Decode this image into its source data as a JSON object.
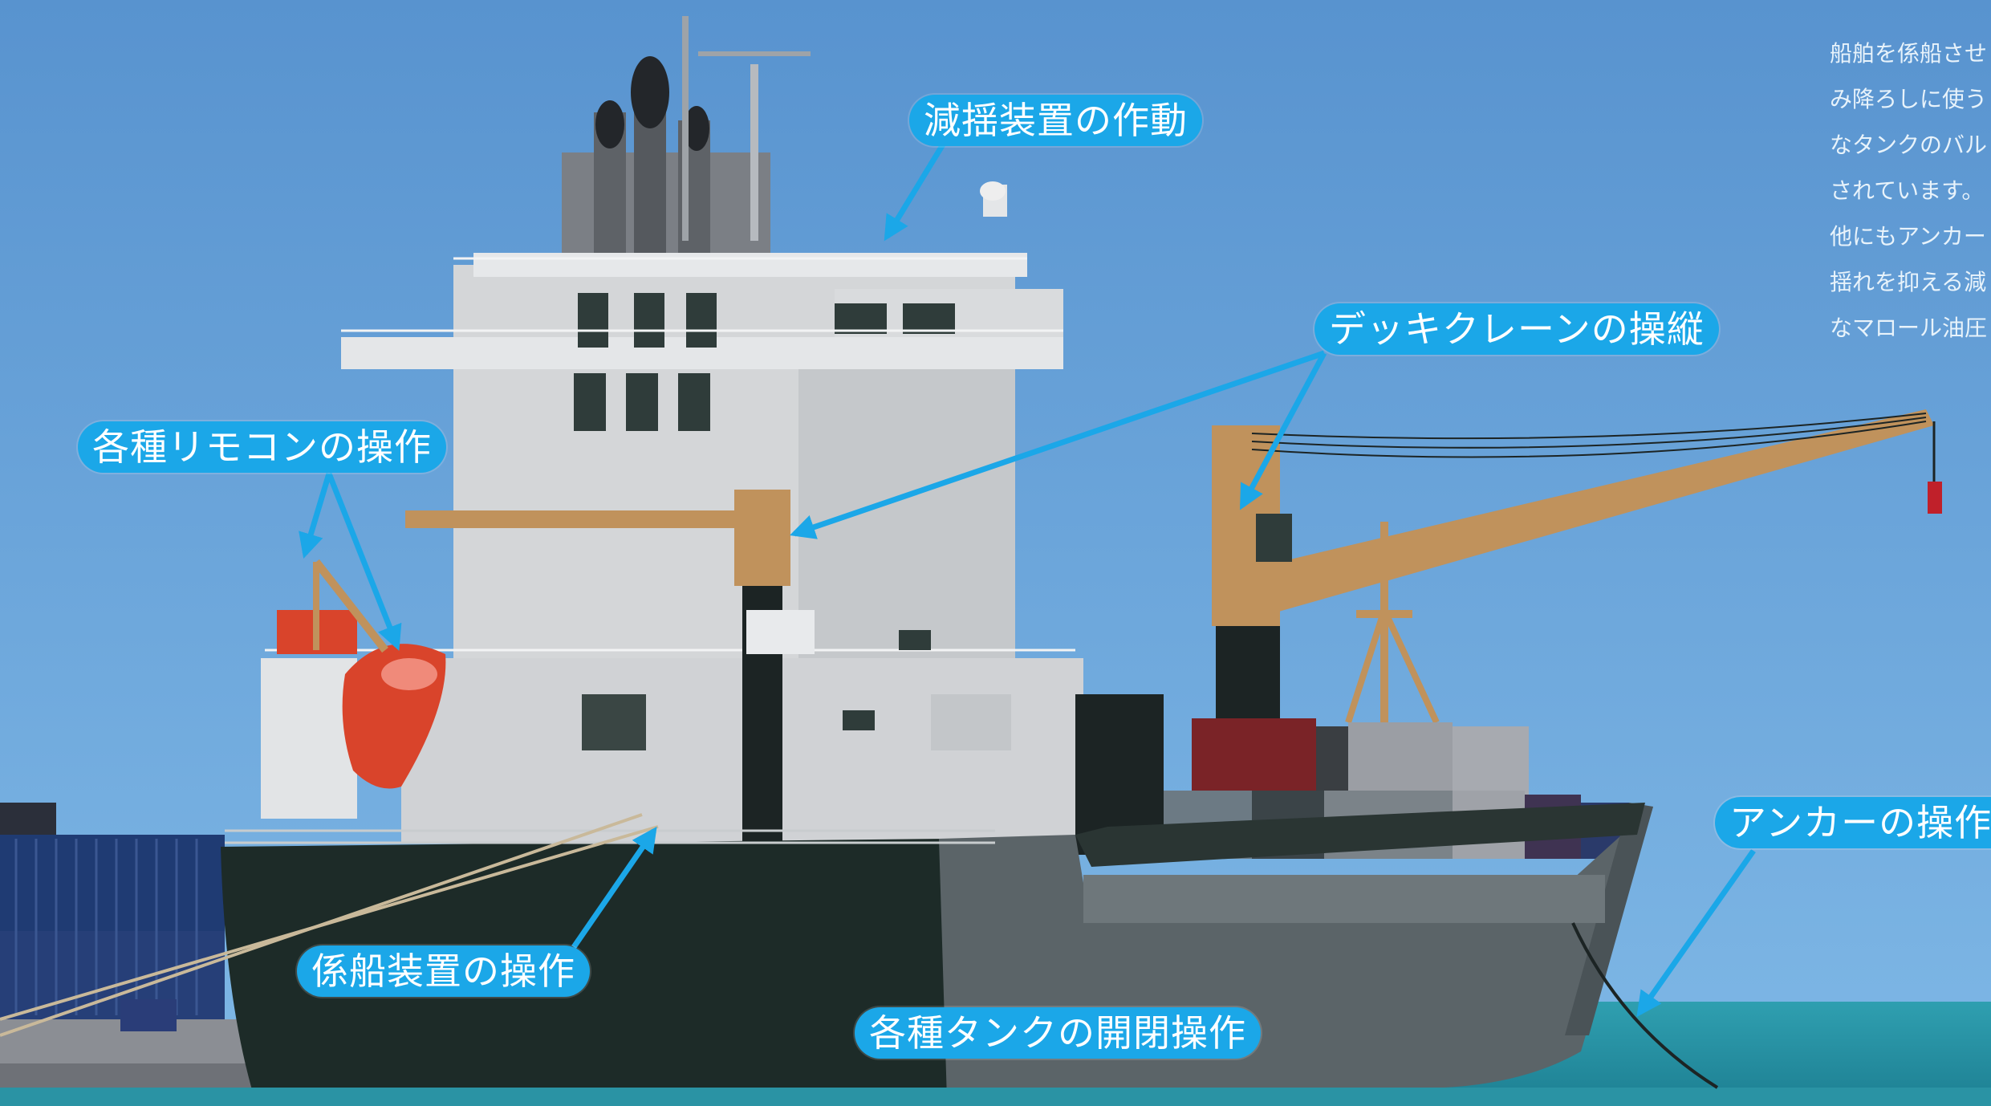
{
  "labels": {
    "stabilizer": "減揺装置の作動",
    "crane": "デッキクレーンの操縦",
    "remote": "各種リモコンの操作",
    "mooring": "係船装置の操作",
    "tanks": "各種タンクの開閉操作",
    "anchor": "アンカーの操作"
  },
  "description_lines": [
    "船舶を係船させ",
    "み降ろしに使う",
    "なタンクのバル",
    "されています。",
    "他にもアンカー",
    "揺れを抑える減",
    "なマロール油圧"
  ],
  "colors": {
    "sky": "#5b9bd5",
    "sea": "#2a93a4",
    "label_bg": "#1ba7e8",
    "hull": "#1d2b28",
    "superstructure": "#d4d6d8",
    "crane": "#c0925c",
    "lifeboat": "#d9442b",
    "arrow": "#1ba7e8"
  }
}
